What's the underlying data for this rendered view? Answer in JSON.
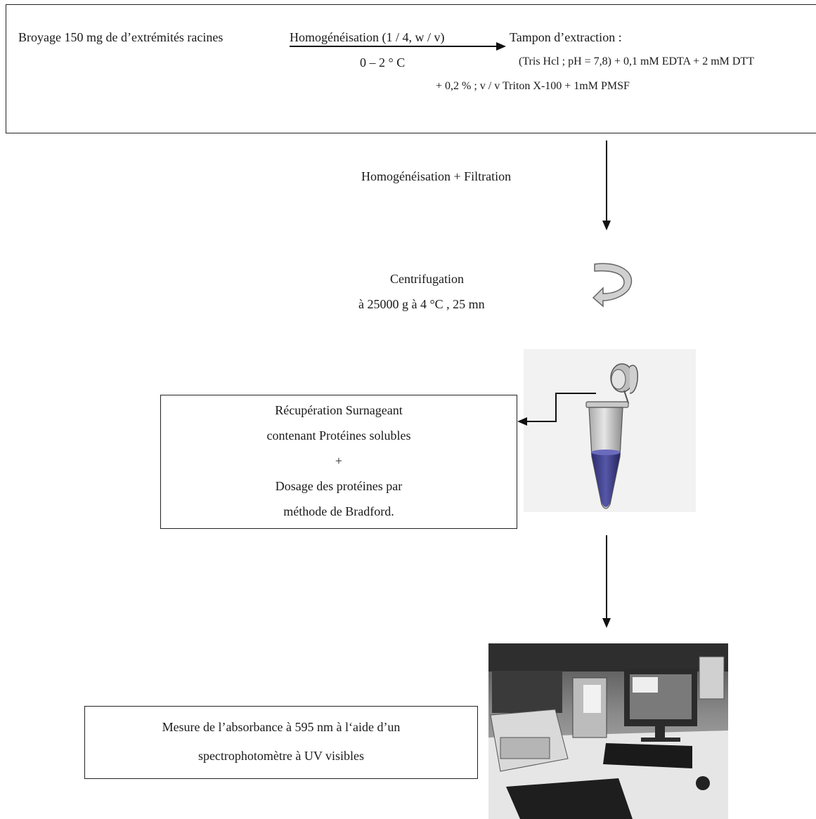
{
  "step1": {
    "label": "Broyage 150  mg de d’extrémités  racines",
    "arrow_label": "Homogénéisation (1 / 4, w / v)",
    "temperature": "0 – 2 ° C",
    "buffer_title": "Tampon d’extraction :",
    "buffer_line1": "(Tris Hcl ; pH = 7,8)   + 0,1 mM EDTA   + 2 mM DTT",
    "buffer_line2": "+  0,2 % ; v / v Triton X-100 + 1mM PMSF"
  },
  "step2": {
    "label": "Homogénéisation + Filtration"
  },
  "step3": {
    "title": "Centrifugation",
    "conditions": "à 25000 g à 4 °C , 25 mn",
    "icon": "rotate-arrow-icon"
  },
  "step4": {
    "lines": [
      "Récupération Surnageant",
      "contenant Protéines solubles",
      "+",
      "Dosage des protéines par",
      "méthode de Bradford."
    ],
    "icon": "microcentrifuge-tube-icon",
    "liquid_color": "#3d3f8c"
  },
  "step5": {
    "lines": [
      "Mesure de l’absorbance à 595 nm à l‘aide d’un",
      "spectrophotomètre à UV visibles"
    ],
    "image": "lab-spectrophotometer-photo"
  }
}
